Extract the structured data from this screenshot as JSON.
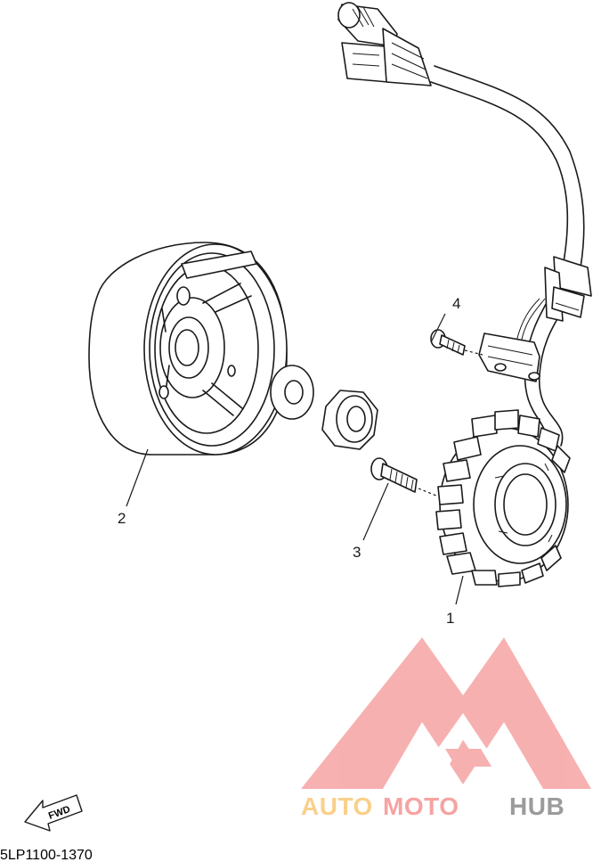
{
  "callouts": {
    "part_1": "1",
    "part_2": "2",
    "part_3": "3",
    "part_4": "4"
  },
  "diagram_code": "5LP1100-1370",
  "fwd_indicator": "FWD",
  "watermark": {
    "brand_part_1": "AUTO",
    "brand_part_2": "MOTO",
    "brand_part_3": "HUB",
    "colors": {
      "logo": "#f6a3a3",
      "auto": "#f9d08a",
      "moto": "#f6a3a3",
      "hub": "#9b9b9b"
    }
  }
}
